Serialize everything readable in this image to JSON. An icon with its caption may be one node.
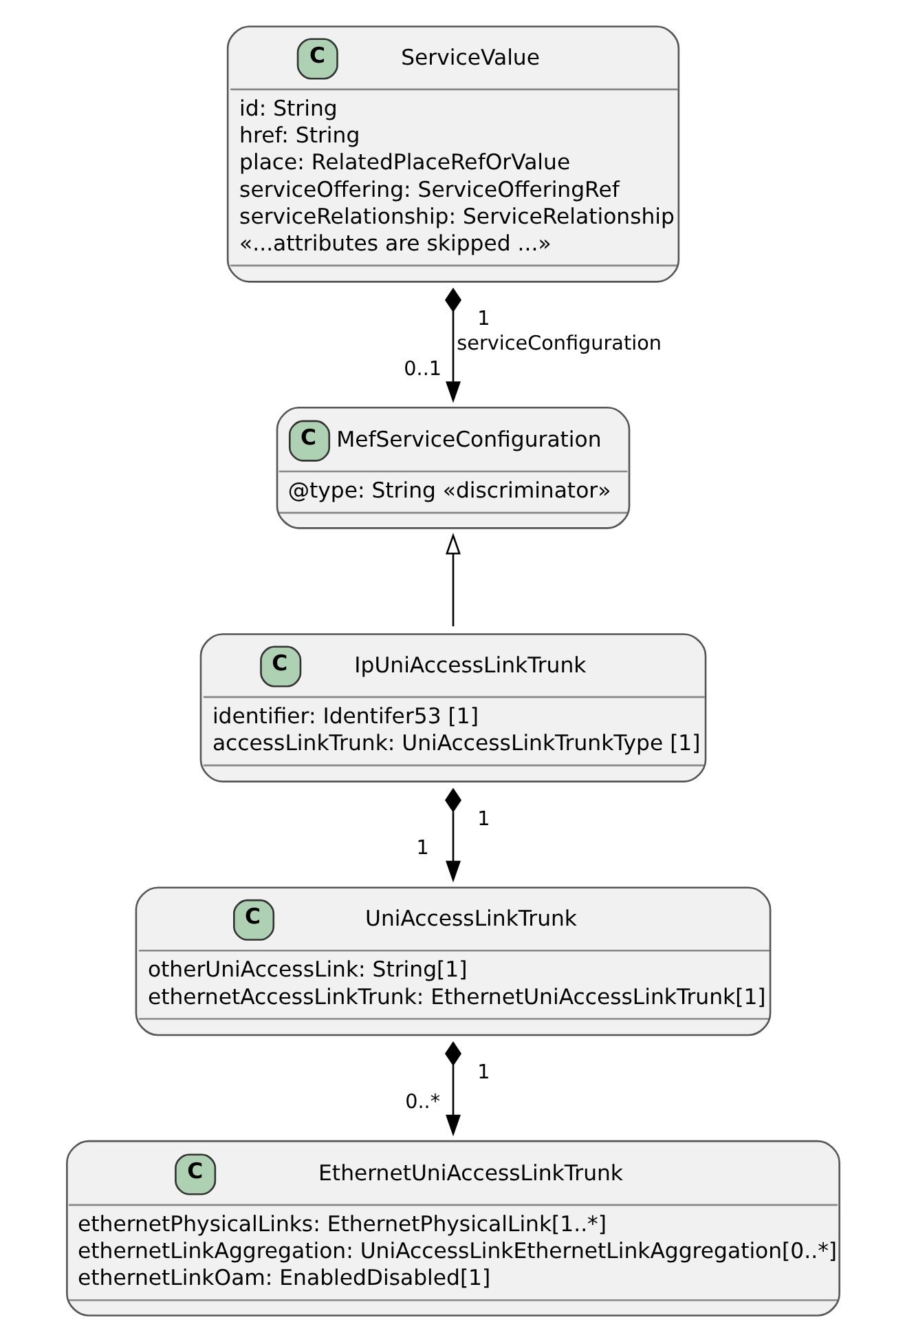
{
  "diagram": {
    "nodes": [
      {
        "text": [
          "C",
          "ServiceValue",
          "id: String",
          "href: String",
          "place: RelatedPlaceRefOrValue",
          "serviceOffering: ServiceOfferingRef",
          "serviceRelationship: ServiceRelationship",
          "«...attributes are skipped ...»"
        ]
      },
      {
        "text": [
          "C",
          "MefServiceConfiguration",
          "@type: String «discriminator»"
        ]
      },
      {
        "text": [
          "C",
          "IpUniAccessLinkTrunk",
          "identifier: Identifer53 [1]",
          "accessLinkTrunk: UniAccessLinkTrunkType [1]"
        ]
      },
      {
        "text": [
          "C",
          "UniAccessLinkTrunk",
          "otherUniAccessLink: String[1]",
          "ethernetAccessLinkTrunk: EthernetUniAccessLinkTrunk[1]"
        ]
      },
      {
        "text": [
          "C",
          "EthernetUniAccessLinkTrunk",
          "ethernetPhysicalLinks: EthernetPhysicalLink[1..*]",
          "ethernetLinkAggregation: UniAccessLinkEthernetLinkAggregation[0..*]",
          "ethernetLinkOam: EnabledDisabled[1]"
        ]
      }
    ],
    "edges": [
      {
        "from": 0,
        "to": 1,
        "arrow": "to",
        "label": "serviceConfiguration"
      },
      {
        "from": 2,
        "to": 1,
        "arrow": "to"
      },
      {
        "from": 2,
        "to": 3,
        "arrow": "to"
      },
      {
        "from": 3,
        "to": 4,
        "arrow": "to"
      }
    ],
    "labels": [
      "1",
      "0..1",
      "1",
      "1",
      "1",
      "0..*"
    ]
  }
}
